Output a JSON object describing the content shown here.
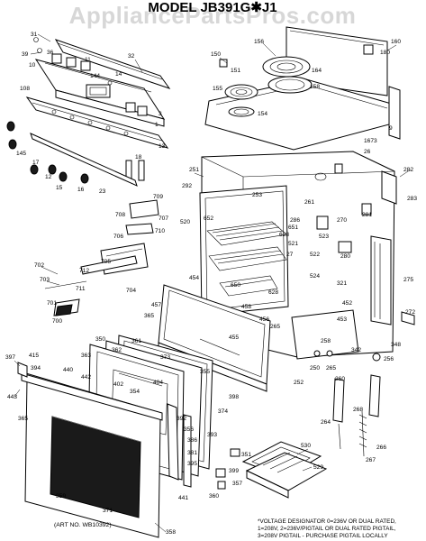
{
  "watermark": "AppliancePartsPros.com",
  "model_title": "MODEL JB391G✱J1",
  "art_number": "(ART NO. WB10392)",
  "voltage_note": [
    "*VOLTAGE DESIGNATOR 0=236V OR DUAL RATED,",
    "1=208V, 2=236V/PIGTAIL OR DUAL RATED PIGTAIL,",
    "3=208V PIGTAIL - PURCHASE PIGTAIL LOCALLY"
  ],
  "part_labels": {
    "top": [
      "31",
      "39",
      "32",
      "36",
      "10",
      "11",
      "14",
      "108",
      "144",
      "3",
      "1",
      "18",
      "13",
      "145",
      "17",
      "12",
      "15",
      "16",
      "23",
      "150",
      "151",
      "155",
      "156",
      "154",
      "164",
      "158",
      "160",
      "180",
      "9",
      "1673",
      "26",
      "251",
      "282",
      "283",
      "253",
      "286",
      "292",
      "261",
      "270",
      "281",
      "709",
      "708",
      "707",
      "710",
      "706",
      "520",
      "652",
      "651",
      "623",
      "521",
      "27",
      "523",
      "522",
      "280"
    ],
    "middle": [
      "702",
      "703",
      "701",
      "700",
      "705",
      "712",
      "711",
      "704",
      "454",
      "650",
      "628",
      "524",
      "321",
      "275",
      "457",
      "365",
      "458",
      "455",
      "456",
      "265",
      "452",
      "453",
      "258",
      "250",
      "272",
      "342",
      "348",
      "256",
      "252"
    ],
    "bottom": [
      "397",
      "415",
      "394",
      "443",
      "350",
      "362",
      "361",
      "363",
      "440",
      "442",
      "373",
      "355",
      "402",
      "354",
      "404",
      "374",
      "398",
      "265",
      "260",
      "268",
      "264",
      "267",
      "365",
      "392",
      "356",
      "393",
      "386",
      "351",
      "399",
      "357",
      "360",
      "441",
      "371",
      "358",
      "359",
      "530",
      "529",
      "266",
      "381",
      "395"
    ]
  }
}
